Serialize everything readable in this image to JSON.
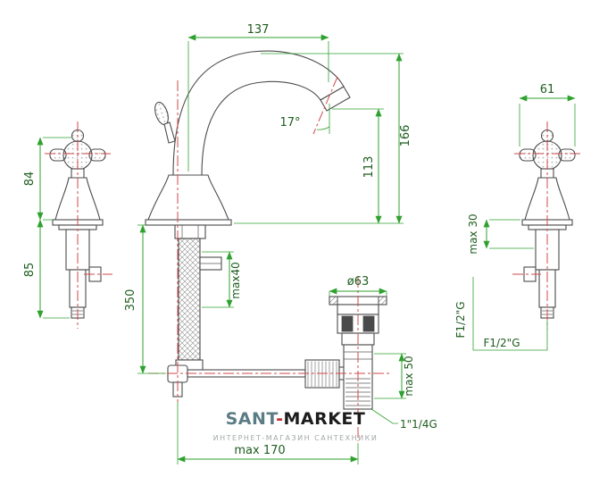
{
  "drawing": {
    "kind": "technical dimensional drawing",
    "subject": "three-hole basin mixer with pop-up waste"
  },
  "dims": {
    "spout_reach": "137",
    "spray_angle": "17°",
    "outlet_height": "113",
    "overall_height": "166",
    "handle_height": "84",
    "under_body_height": "85",
    "tube_length": "350",
    "deck_thickness_max": "max40",
    "waste_flange_dia": "ø63",
    "waste_deck_max": "max 50",
    "waste_thread": "1\"1/4G",
    "centers_max": "max 170",
    "handle_width": "61",
    "side_deck_max": "max 30",
    "inlet_thread_side": "F1/2\"G",
    "inlet_thread_bottom": "F1/2\"G"
  },
  "watermark": {
    "brand_left": "SANT",
    "brand_sep": "-",
    "brand_right": "MARKET",
    "subtitle": "ИНТЕРНЕТ-МАГАЗИН САНТЕХНИКИ"
  },
  "colors": {
    "dimension_line": "#2fa12f",
    "dimension_text": "#1e5c1e",
    "centerline": "#d24a4a",
    "outline": "#4c4c4c",
    "watermark_brand": "#5b7c85",
    "watermark_dark": "#1c1c1c",
    "watermark_accent": "#c03030",
    "watermark_subtitle": "#a3a8a8"
  }
}
